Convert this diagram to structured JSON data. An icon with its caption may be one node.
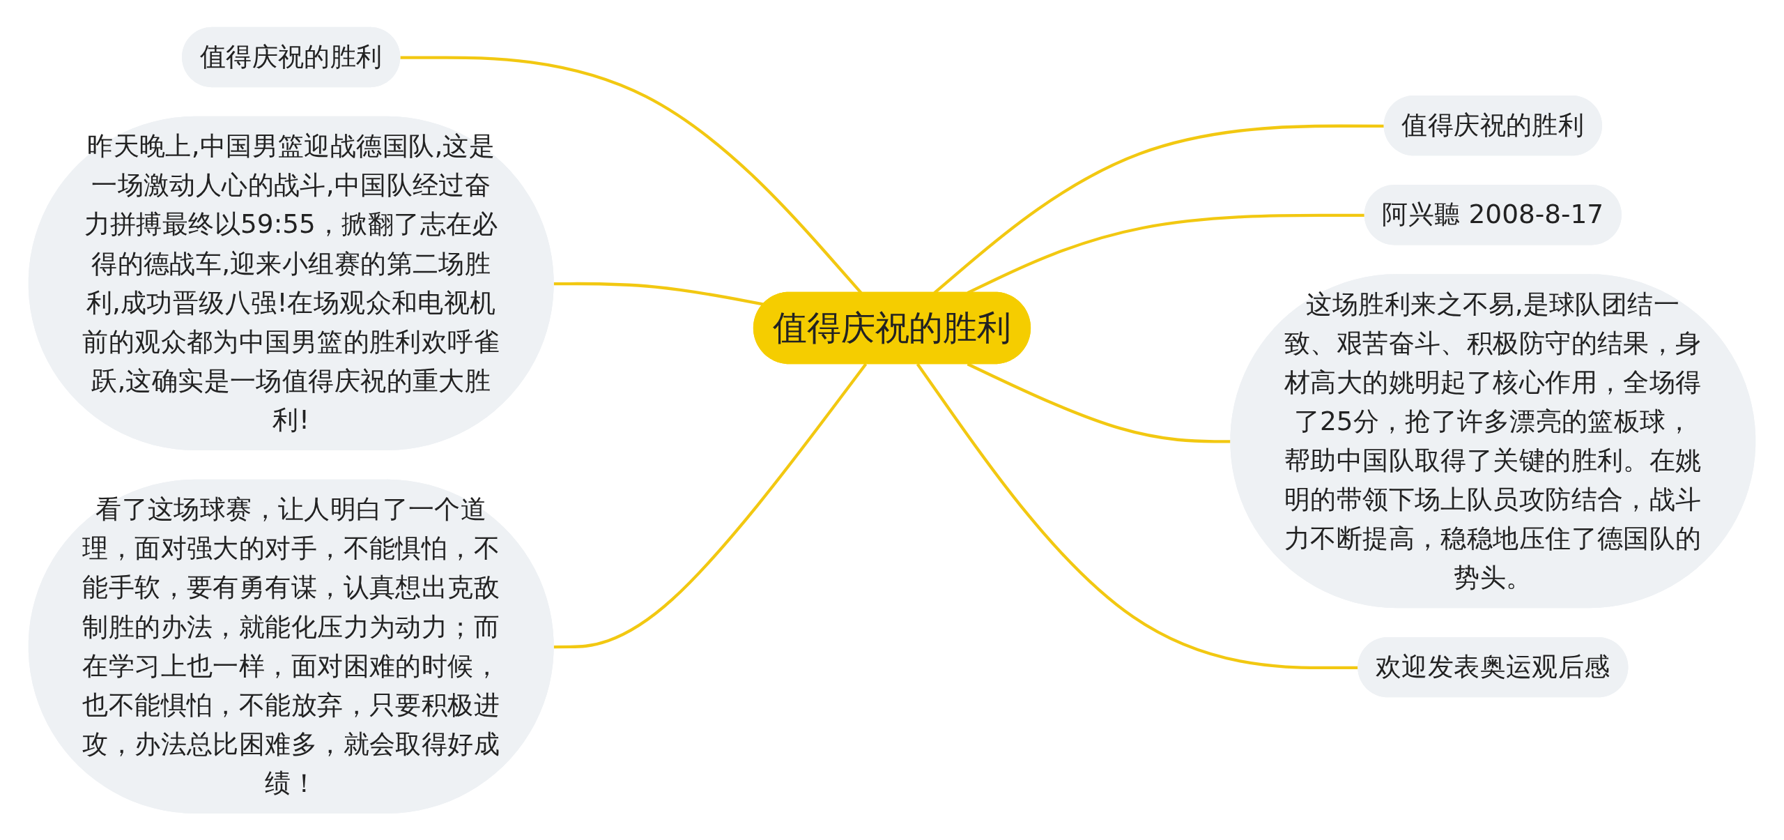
{
  "diagram": {
    "nodes": [
      {
        "text": [
          "值得庆祝的胜利"
        ]
      },
      {
        "text": [
          "值得庆祝的胜利"
        ]
      },
      {
        "text": [
          "昨天晚上,中国男篮迎战德国队,这是一场激动人心的战斗,中国队经过奋力拼搏最终以59:55，掀翻了志在必得的德战车,迎来小组赛的第二场胜利,成功晋级八强!在场观众和电视机前的观众都为中国男篮的胜利欢呼雀跃,这确实是一场值得庆祝的重大胜利!"
        ]
      },
      {
        "text": [
          "看了这场球赛，让人明白了一个道理，面对强大的对手，不能惧怕，不能手软，要有勇有谋，认真想出克敌制胜的办法，就能化压力为动力；而在学习上也一样，面对困难的时候，也不能惧怕，不能放弃，只要积极进攻，办法总比困难多，就会取得好成绩！"
        ]
      },
      {
        "text": [
          "值得庆祝的胜利"
        ]
      },
      {
        "text": [
          "阿兴聽 2008-8-17"
        ]
      },
      {
        "text": [
          "这场胜利来之不易,是球队团结一致、艰苦奋斗、积极防守的结果，身材高大的姚明起了核心作用，全场得了25分，抢了许多漂亮的篮板球，帮助中国队取得了关键的胜利。在姚明的带领下场上队员攻防结合，战斗力不断提高，稳稳地压住了德国队的势头。"
        ]
      },
      {
        "text": [
          "欢迎发表奥运观后感"
        ]
      }
    ],
    "edges": [
      {
        "from": 0,
        "to": 1,
        "arrow": "none"
      },
      {
        "from": 0,
        "to": 2,
        "arrow": "none"
      },
      {
        "from": 0,
        "to": 3,
        "arrow": "none"
      },
      {
        "from": 0,
        "to": 4,
        "arrow": "none"
      },
      {
        "from": 0,
        "to": 5,
        "arrow": "none"
      },
      {
        "from": 0,
        "to": 6,
        "arrow": "none"
      },
      {
        "from": 0,
        "to": 7,
        "arrow": "none"
      }
    ]
  }
}
